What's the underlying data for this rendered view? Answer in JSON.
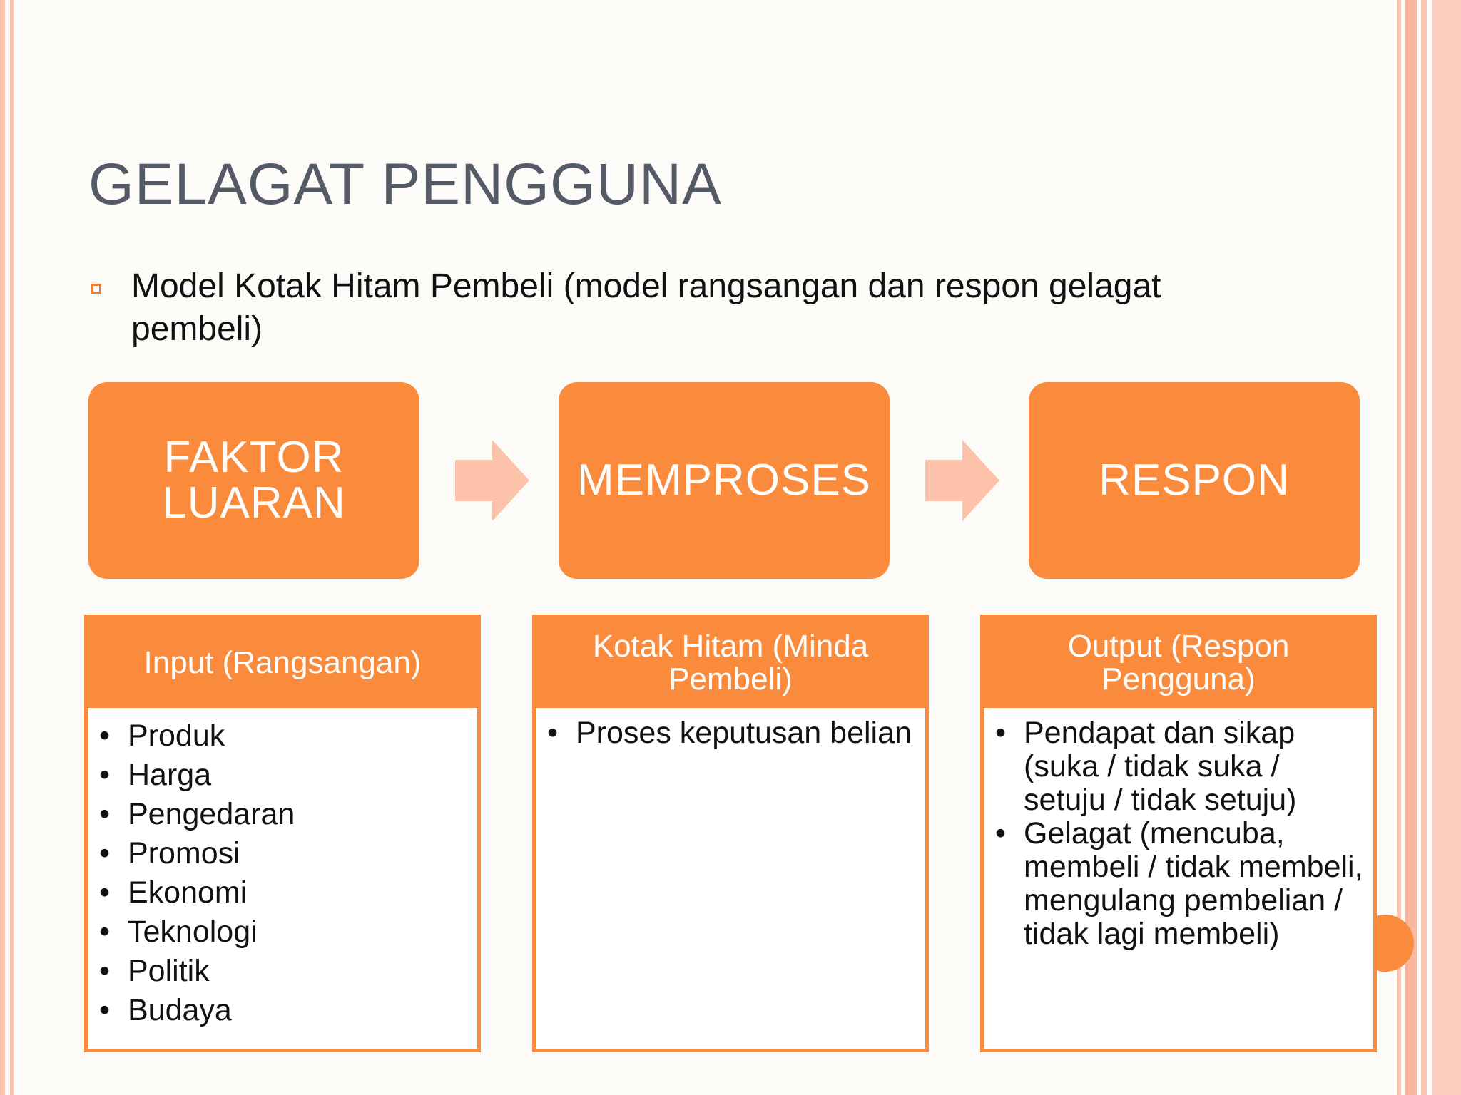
{
  "title": "GELAGAT PENGGUNA",
  "bullet": "Model Kotak Hitam Pembeli (model rangsangan dan respon gelagat pembeli)",
  "colors": {
    "accent": "#fa8a3c",
    "arrow": "#fcc3aa",
    "frame": "#fbc4b0",
    "title": "#555a67"
  },
  "flow": [
    {
      "label": "FAKTOR LUARAN"
    },
    {
      "label": "MEMPROSES"
    },
    {
      "label": "RESPON"
    }
  ],
  "panels": [
    {
      "header": "Input (Rangsangan)",
      "items": [
        "Produk",
        "Harga",
        "Pengedaran",
        "Promosi",
        "Ekonomi",
        "Teknologi",
        "Politik",
        "Budaya"
      ]
    },
    {
      "header": "Kotak Hitam (Minda Pembeli)",
      "items": [
        "Proses keputusan belian"
      ]
    },
    {
      "header": "Output (Respon Pengguna)",
      "items": [
        "Pendapat dan sikap (suka / tidak suka / setuju / tidak setuju)",
        "Gelagat (mencuba, membeli / tidak membeli, mengulang pembelian / tidak lagi membeli)"
      ]
    }
  ]
}
